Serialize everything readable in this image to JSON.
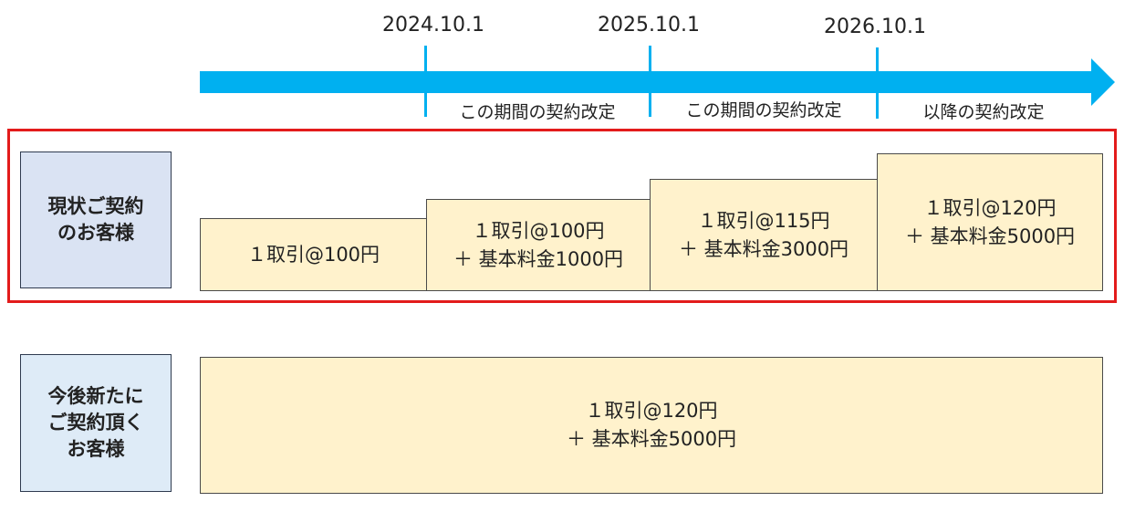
{
  "timeline": {
    "accent_color": "#00b0f0",
    "dates": [
      "2024.10.1",
      "2025.10.1",
      "2026.10.1"
    ],
    "periods": [
      "この期間の契約改定",
      "この期間の契約改定",
      "以降の契約改定"
    ]
  },
  "existing_customers": {
    "label": "現状ご契約\nのお客様",
    "highlight_color": "#e31b1b",
    "steps": [
      {
        "line1": "１取引@100円",
        "line2": ""
      },
      {
        "line1": "１取引@100円",
        "line2": "＋ 基本料金1000円"
      },
      {
        "line1": "１取引@115円",
        "line2": "＋ 基本料金3000円"
      },
      {
        "line1": "１取引@120円",
        "line2": "＋ 基本料金5000円"
      }
    ]
  },
  "new_customers": {
    "label": "今後新たに\nご契約頂く\nお客様",
    "price": {
      "line1": "１取引@120円",
      "line2": "＋ 基本料金5000円"
    }
  }
}
